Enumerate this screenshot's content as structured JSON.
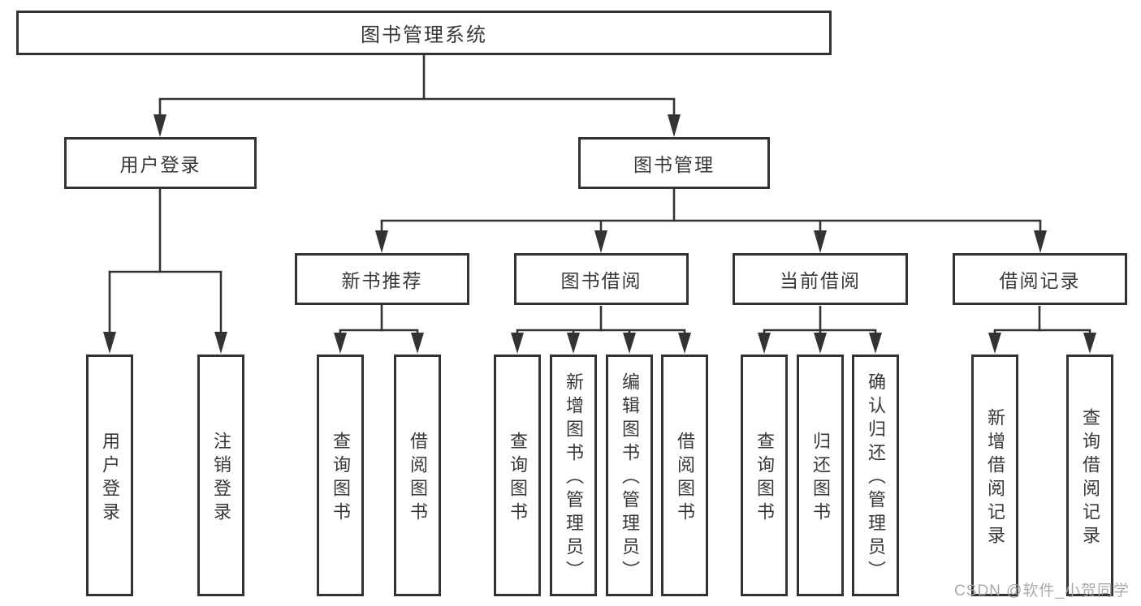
{
  "diagram": {
    "type": "hierarchy-tree",
    "orientation": "top-down"
  },
  "nodes": {
    "root": {
      "label": "图书管理系统"
    },
    "user_login": {
      "label": "用户登录"
    },
    "book_mgmt": {
      "label": "图书管理"
    },
    "new_book_rec": {
      "label": "新书推荐"
    },
    "book_borrowing": {
      "label": "图书借阅"
    },
    "current_borrowing": {
      "label": "当前借阅"
    },
    "borrowing_records": {
      "label": "借阅记录"
    },
    "leaf_user_login": {
      "label": "用户登录"
    },
    "leaf_logout": {
      "label": "注销登录"
    },
    "leaf_query_books_1": {
      "label": "查询图书"
    },
    "leaf_borrow_books_1": {
      "label": "借阅图书"
    },
    "leaf_query_books_2": {
      "label": "查询图书"
    },
    "leaf_add_books_admin": {
      "label": "新增图书（管理员）"
    },
    "leaf_edit_books_admin": {
      "label": "编辑图书（管理员）"
    },
    "leaf_borrow_books_2": {
      "label": "借阅图书"
    },
    "leaf_query_books_3": {
      "label": "查询图书"
    },
    "leaf_return_books": {
      "label": "归还图书"
    },
    "leaf_confirm_return_admin": {
      "label": "确认归还（管理员）"
    },
    "leaf_add_borrow_record": {
      "label": "新增借阅记录"
    },
    "leaf_query_borrow_record": {
      "label": "查询借阅记录"
    }
  },
  "edges": [
    [
      "root",
      "user_login"
    ],
    [
      "root",
      "book_mgmt"
    ],
    [
      "user_login",
      "leaf_user_login"
    ],
    [
      "user_login",
      "leaf_logout"
    ],
    [
      "book_mgmt",
      "new_book_rec"
    ],
    [
      "book_mgmt",
      "book_borrowing"
    ],
    [
      "book_mgmt",
      "current_borrowing"
    ],
    [
      "book_mgmt",
      "borrowing_records"
    ],
    [
      "new_book_rec",
      "leaf_query_books_1"
    ],
    [
      "new_book_rec",
      "leaf_borrow_books_1"
    ],
    [
      "book_borrowing",
      "leaf_query_books_2"
    ],
    [
      "book_borrowing",
      "leaf_add_books_admin"
    ],
    [
      "book_borrowing",
      "leaf_edit_books_admin"
    ],
    [
      "book_borrowing",
      "leaf_borrow_books_2"
    ],
    [
      "current_borrowing",
      "leaf_query_books_3"
    ],
    [
      "current_borrowing",
      "leaf_return_books"
    ],
    [
      "current_borrowing",
      "leaf_confirm_return_admin"
    ],
    [
      "borrowing_records",
      "leaf_add_borrow_record"
    ],
    [
      "borrowing_records",
      "leaf_query_borrow_record"
    ]
  ],
  "watermark": {
    "text": "CSDN @软件_小贺同学"
  },
  "colors": {
    "line": "#333333",
    "box_border": "#333333",
    "box_fill": "#ffffff",
    "text": "#383838",
    "watermark": "#a3a3a3",
    "background": "#ffffff"
  }
}
